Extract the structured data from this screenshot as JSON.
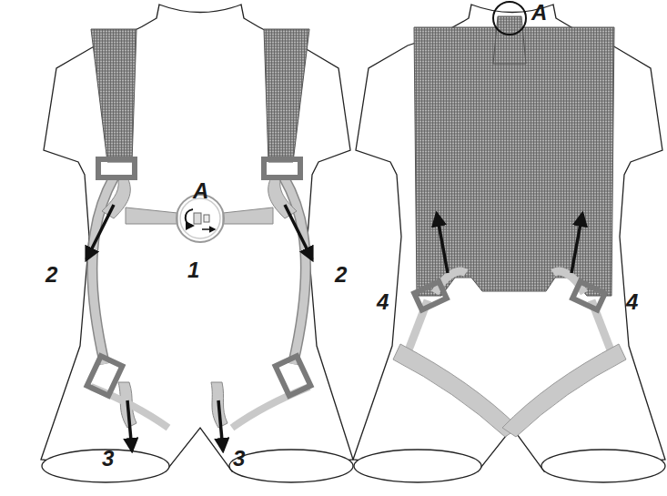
{
  "diagram": {
    "labels": [
      "A",
      "2",
      "1",
      "2",
      "3",
      "3",
      "A",
      "4",
      "4"
    ]
  }
}
